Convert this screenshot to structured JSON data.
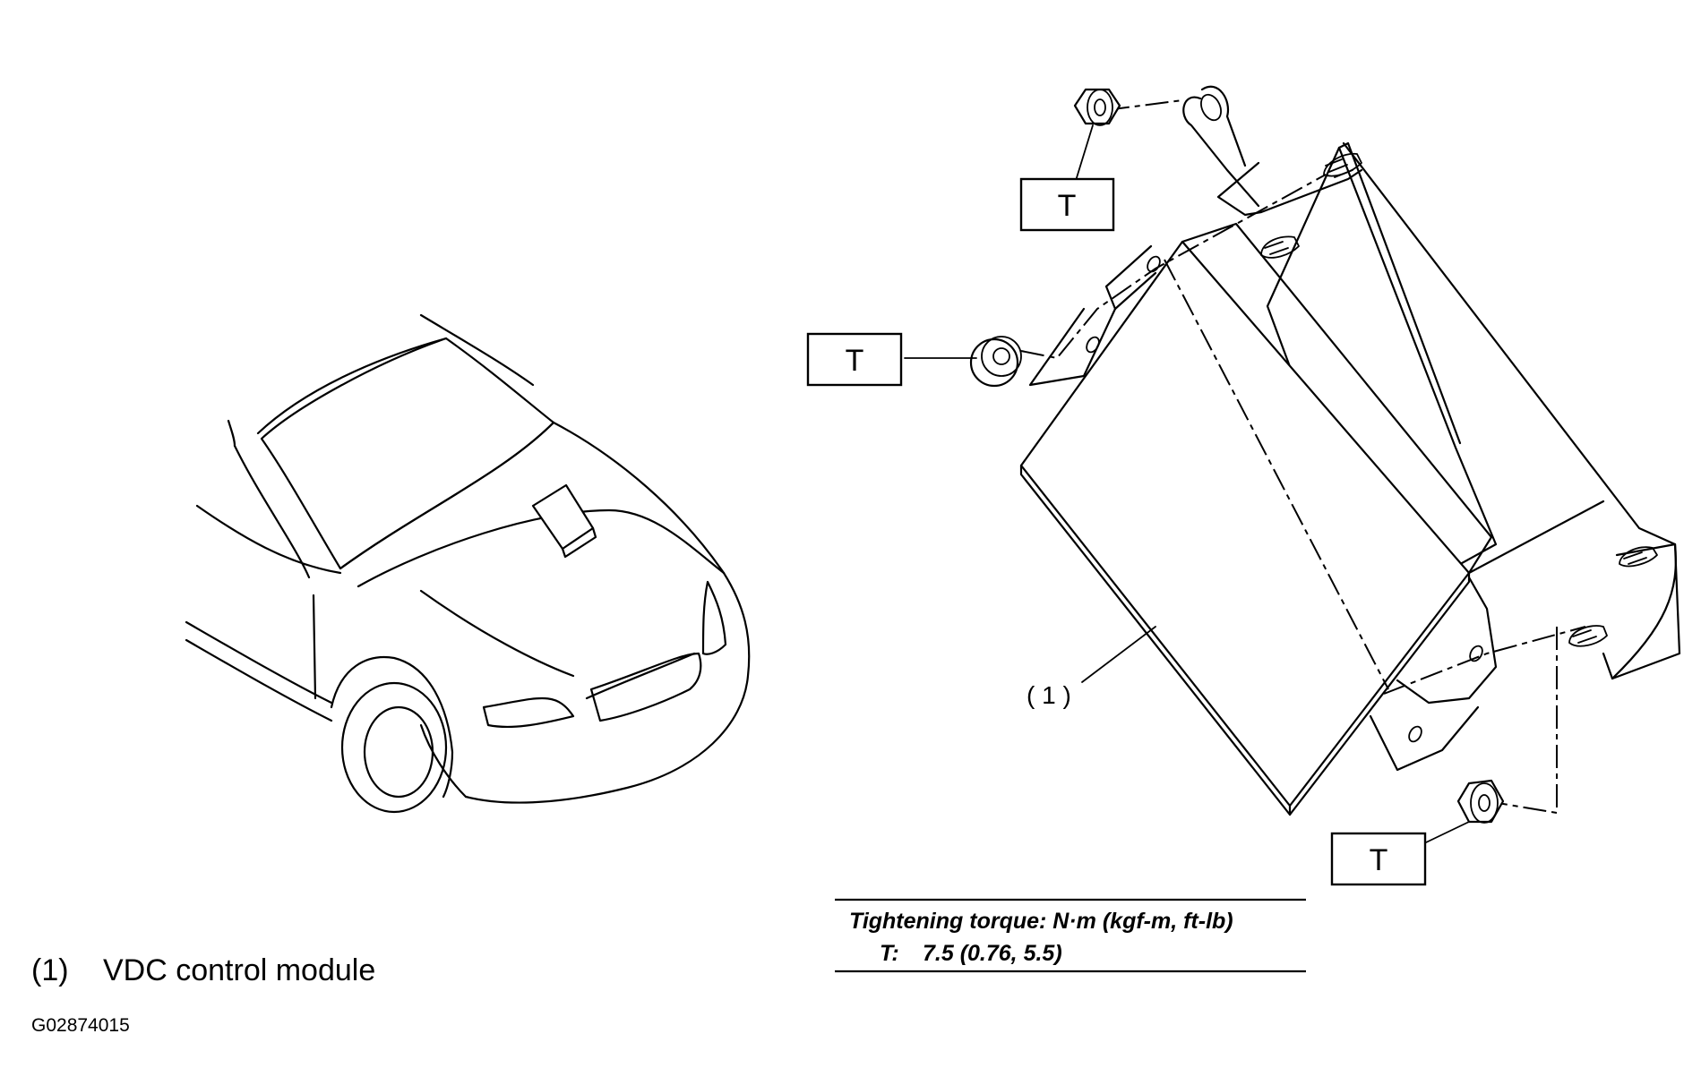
{
  "figure": {
    "fastener_label": "T",
    "part_callout": "( 1 )",
    "torque": {
      "header": "Tightening torque: N·m (kgf-m, ft-lb)",
      "row_key": "T:",
      "row_value": "7.5 (0.76, 5.5)"
    },
    "legend": {
      "number": "(1)",
      "text": "VDC control module"
    },
    "figure_code": "G02874015"
  },
  "icons": [
    "car-front-icon",
    "control-module-icon",
    "flange-nut-icon",
    "stud-bolt-icon",
    "mounting-bracket-icon"
  ],
  "colors": {
    "ink": "#000000",
    "background": "#ffffff"
  }
}
